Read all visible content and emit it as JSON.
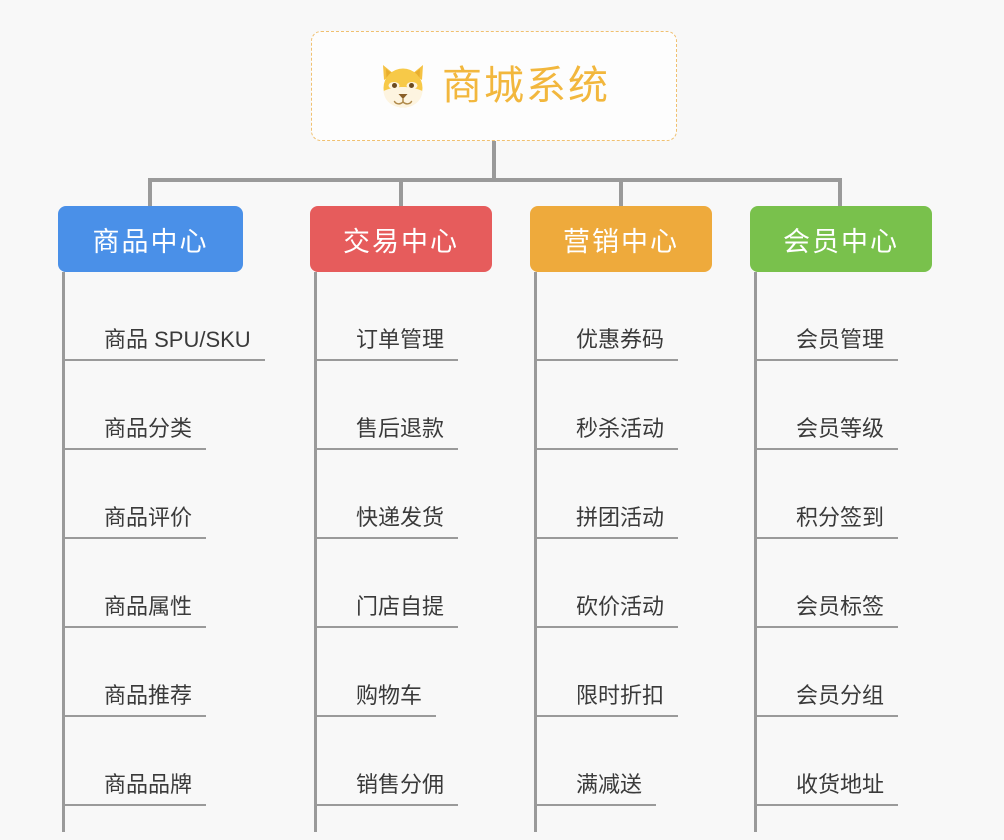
{
  "background_color": "#f8f8f8",
  "root": {
    "title": "商城系统",
    "icon": "shiba-dog-icon",
    "border_color": "#f0c070",
    "text_color": "#f2b73d"
  },
  "columns": [
    {
      "label": "商品中心",
      "color": "#4a90e8",
      "items": [
        "商品 SPU/SKU",
        "商品分类",
        "商品评价",
        "商品属性",
        "商品推荐",
        "商品品牌"
      ]
    },
    {
      "label": "交易中心",
      "color": "#e65c5c",
      "items": [
        "订单管理",
        "售后退款",
        "快递发货",
        "门店自提",
        "购物车",
        "销售分佣"
      ]
    },
    {
      "label": "营销中心",
      "color": "#eeaa3c",
      "items": [
        "优惠券码",
        "秒杀活动",
        "拼团活动",
        "砍价活动",
        "限时折扣",
        "满减送"
      ]
    },
    {
      "label": "会员中心",
      "color": "#79c14c",
      "items": [
        "会员管理",
        "会员等级",
        "积分签到",
        "会员标签",
        "会员分组",
        "收货地址"
      ]
    }
  ],
  "connector_color": "#9a9a9a"
}
